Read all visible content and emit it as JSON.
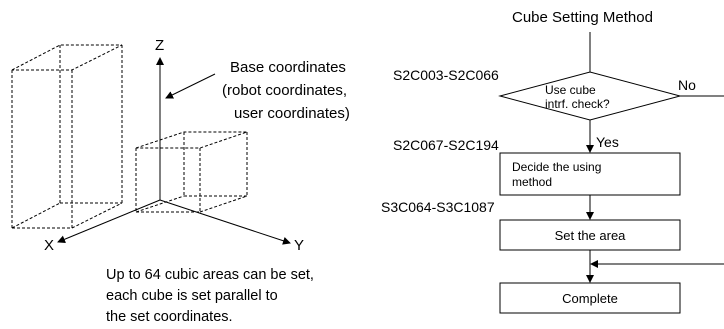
{
  "left": {
    "axis_z": "Z",
    "axis_x": "X",
    "axis_y": "Y",
    "base_lines": [
      "Base coordinates",
      "(robot coordinates,",
      "user coordinates)"
    ],
    "caption_lines": [
      "Up to 64 cubic areas can be set,",
      "each cube is set parallel to",
      "the set coordinates."
    ]
  },
  "flow": {
    "title": "Cube Setting Method",
    "code1": "S2C003-S2C066",
    "decision_lines": [
      "Use cube",
      "intrf. check?"
    ],
    "no_label": "No",
    "code2": "S2C067-S2C194",
    "yes_label": "Yes",
    "box1_lines": [
      "Decide the using",
      "method"
    ],
    "code3": "S3C064-S3C1087",
    "box2": "Set the area",
    "box3": "Complete"
  }
}
